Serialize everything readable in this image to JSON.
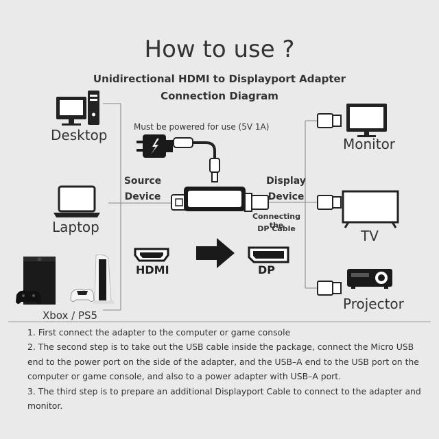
{
  "header": {
    "title": "How to use ?",
    "subtitle_line1": "Unidirectional HDMI to Displayport Adapter",
    "subtitle_line2": "Connection Diagram"
  },
  "sources": {
    "desktop": "Desktop",
    "laptop": "Laptop",
    "console": "Xbox / PS5"
  },
  "displays": {
    "monitor": "Monitor",
    "tv": "TV",
    "projector": "Projector"
  },
  "adapter": {
    "power_note": "Must be powered for use (5V 1A)",
    "source_line1": "Source",
    "source_line2": "Device",
    "display_line1": "Display",
    "display_line2": "Device",
    "dp_cable_line1": "Connecting the",
    "dp_cable_line2": "DP Cable",
    "hdmi_label": "HDMI",
    "dp_label": "DP"
  },
  "steps": [
    "1. First connect the adapter to the computer or game console",
    "2. The second step is to take out the USB cable inside the package, connect the Micro USB end to the power port on the side of the adapter, and the USB–A end to the USB port on the computer or game console, and also to a power adapter with USB–A port.",
    "3. The third step is to prepare an additional Displayport Cable to connect to the adapter and monitor."
  ],
  "colors": {
    "background": "#eaeaea",
    "line": "#999999",
    "dark": "#1f1f1f"
  }
}
